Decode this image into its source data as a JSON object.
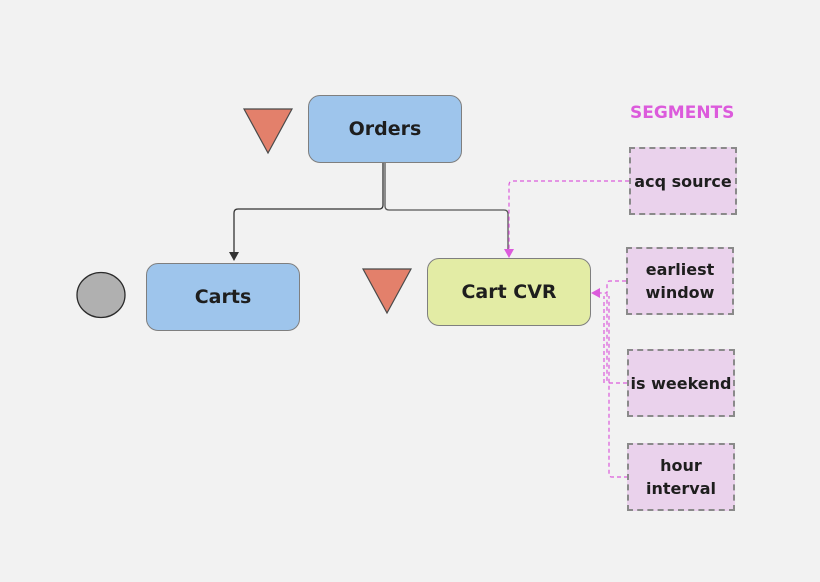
{
  "diagram": {
    "nodes": {
      "orders": "Orders",
      "carts": "Carts",
      "cart_cvr": "Cart CVR"
    },
    "segments_title": "SEGMENTS",
    "segments": [
      "acq source",
      "earliest\nwindow",
      "is weekend",
      "hour\ninterval"
    ],
    "colors": {
      "background": "#f2f2f2",
      "metric_blue": "#9ec5ec",
      "metric_green": "#e3eca5",
      "segment_fill": "#ead2ec",
      "segment_accent": "#dc5bdc",
      "triangle": "#e3806b",
      "circle": "#b0b0b0"
    }
  }
}
